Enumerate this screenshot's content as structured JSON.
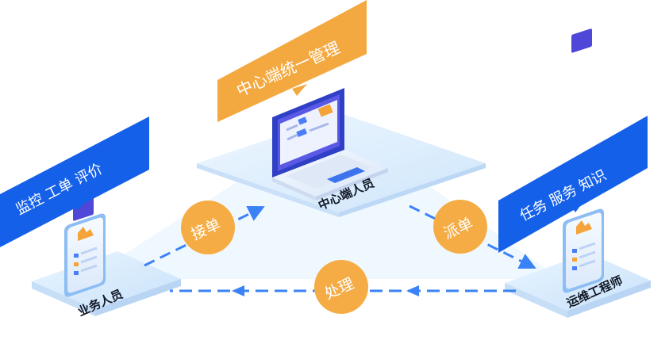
{
  "banners": {
    "center": "中心端统一管理",
    "left": "监控  工单  评价",
    "right": "任务  服务  知识"
  },
  "roles": {
    "center": "中心端人员",
    "left": "业务人员",
    "right": "运维工程师"
  },
  "actions": {
    "accept": "接单",
    "dispatch": "派单",
    "handle": "处理"
  },
  "colors": {
    "blue_banner": "#1560e8",
    "orange_banner": "#f4a940",
    "orange_circle": "#f5ac45",
    "platform_light": "#d7ecfd",
    "platform_mid": "#c8e3fb",
    "flow_line": "#3b82f6",
    "phone_frame": "#e9f2ff",
    "laptop_screen": "#4d48d9"
  },
  "icons": {
    "laptop": "laptop-icon",
    "phone_left": "phone-icon",
    "phone_right": "phone-icon",
    "arrow": "arrow-icon"
  }
}
